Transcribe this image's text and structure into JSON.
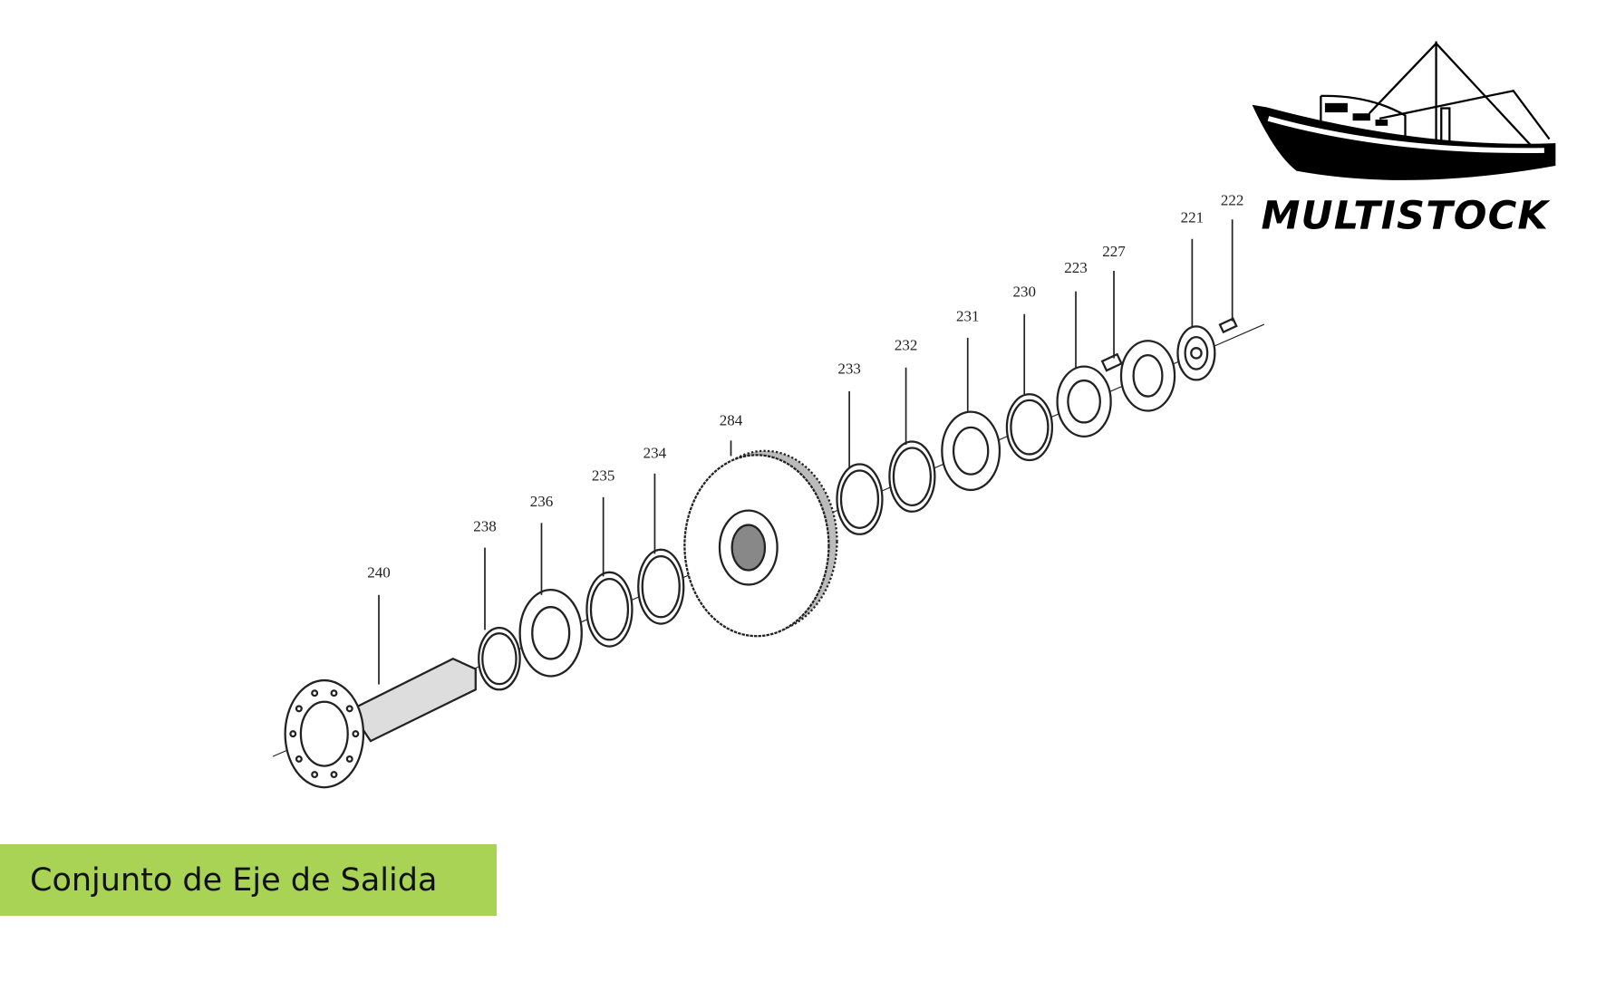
{
  "logo": {
    "brand": "MULTISTOCK",
    "icon": "fishing-boat-icon"
  },
  "caption": {
    "title": "Conjunto de Eje de Salida"
  },
  "parts": [
    "240",
    "238",
    "236",
    "235",
    "234",
    "284",
    "233",
    "232",
    "231",
    "230",
    "223",
    "227",
    "221",
    "222"
  ],
  "colors": {
    "caption_bg": "#a8d355",
    "ink": "#111111"
  }
}
